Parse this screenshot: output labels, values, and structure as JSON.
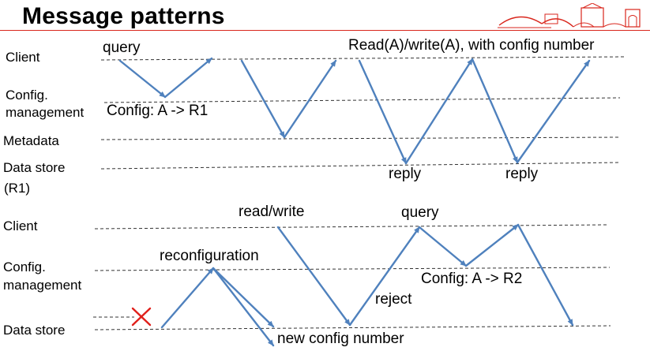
{
  "title": "Message patterns",
  "colors": {
    "arrow": "#4f81bd",
    "rule": "#d9261c",
    "fail_mark": "#e0201b",
    "text": "#000000"
  },
  "top": {
    "rows": {
      "client": "Client",
      "config_1": "Config.",
      "config_2": "management",
      "metadata": "Metadata",
      "datastore_1": "Data store",
      "datastore_2": "(R1)"
    },
    "annotations": {
      "query": "query",
      "config": "Config: A -> R1",
      "readwrite": "Read(A)/write(A), with config number",
      "reply_1": "reply",
      "reply_2": "reply"
    }
  },
  "bottom": {
    "rows": {
      "client": "Client",
      "config_1": "Config.",
      "config_2": "management",
      "datastore": "Data store"
    },
    "annotations": {
      "readwrite": "read/write",
      "query": "query",
      "reconfiguration": "reconfiguration",
      "config": "Config: A -> R2",
      "reject": "reject",
      "new_config": "new config number"
    }
  },
  "icons": {
    "fail": "x-mark-icon",
    "logo": "university-gate-logo"
  }
}
